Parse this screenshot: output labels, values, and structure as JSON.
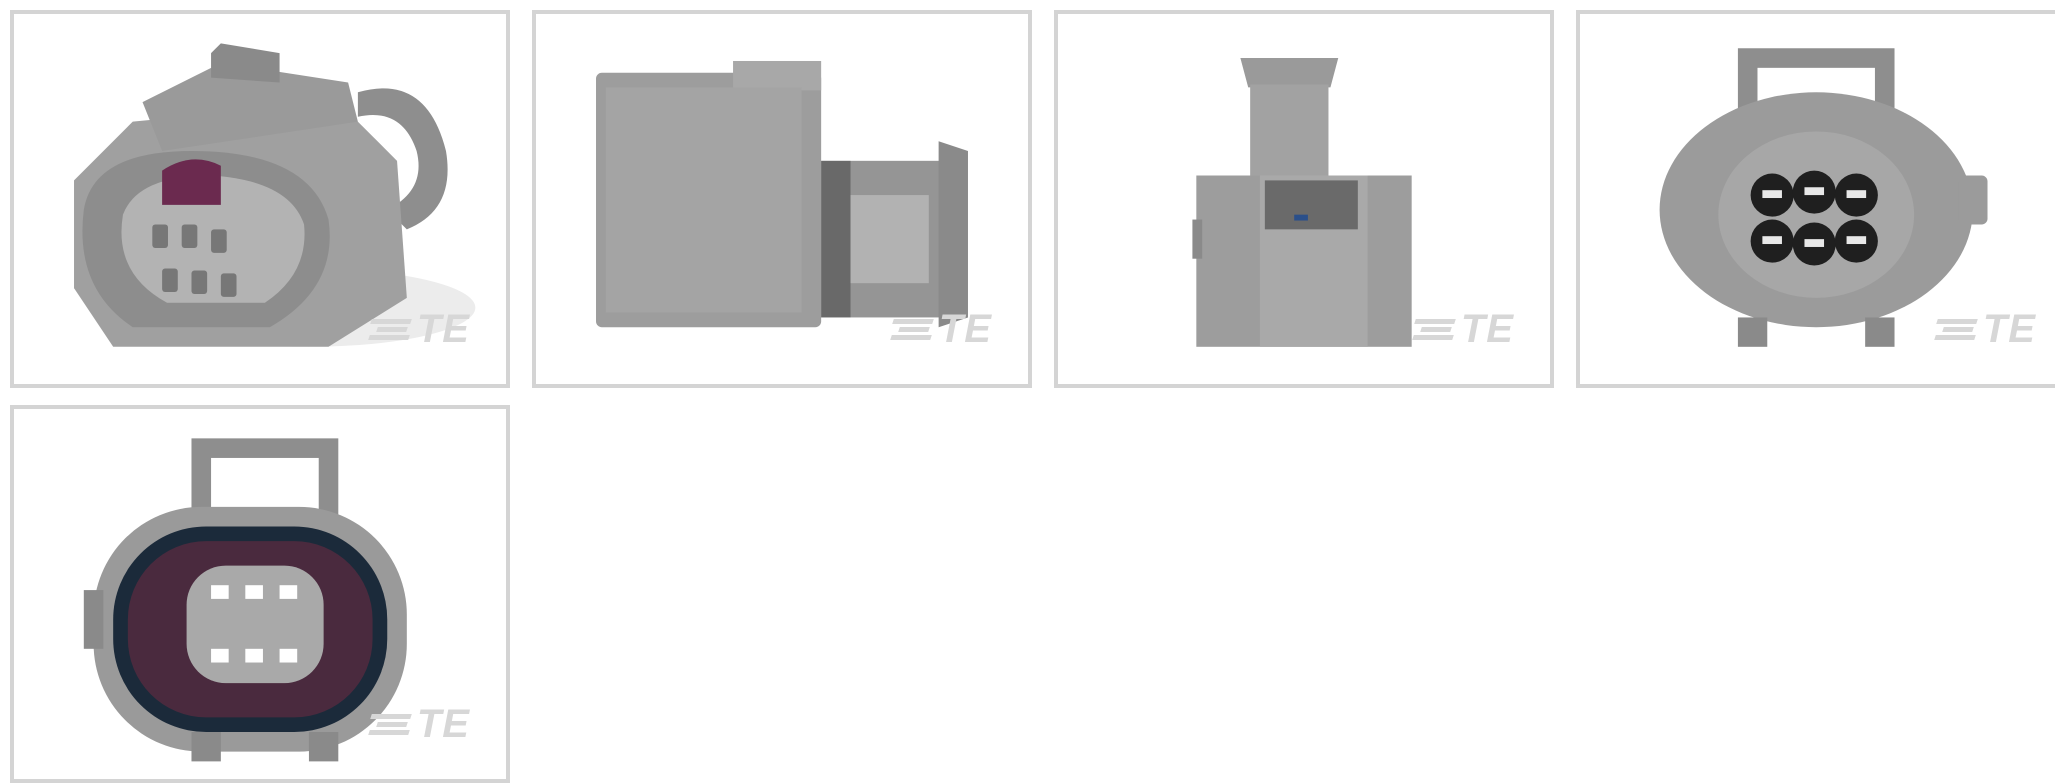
{
  "gallery": {
    "watermark_text": "TE",
    "images": [
      {
        "view": "isometric",
        "icon": "connector-isometric-icon"
      },
      {
        "view": "side",
        "icon": "connector-side-icon"
      },
      {
        "view": "top",
        "icon": "connector-top-icon"
      },
      {
        "view": "rear",
        "icon": "connector-rear-icon"
      },
      {
        "view": "front",
        "icon": "connector-front-icon"
      }
    ],
    "colors": {
      "border": "#d4d4d4",
      "housing": "#9a9a9a",
      "housing_dark": "#7d7d7d",
      "cavity": "#2a2a2a",
      "watermark": "#d7d7d7"
    }
  }
}
